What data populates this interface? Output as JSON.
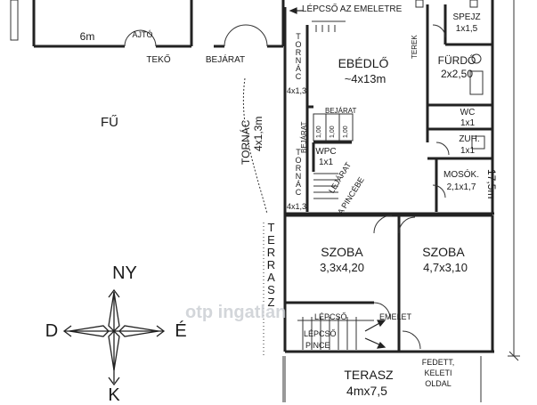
{
  "labels": {
    "width_6m": "6m",
    "ajto": "AJTÓ",
    "teko": "TEKŐ",
    "bejarat_main": "BEJÁRAT",
    "lepcso_emeletre": "LÉPCSŐ AZ EMELETRE",
    "spejz": "SPEJZ",
    "spejz_size": "1x1,5",
    "ebedlo": "EBÉDLŐ",
    "ebedlo_size": "~4x13m",
    "furdo": "FÜRDŐ",
    "furdo_size": "2x2,50",
    "terek": "TEREK",
    "tornac_top": "TORNÁC",
    "tornac_top_size": "4x1,3",
    "fu": "FŰ",
    "tornac_left": "TORNÁC",
    "tornac_left_size": "4x1,3m",
    "bejarat_small": "BEJÁRAT",
    "bejarat_side": "BEJÁRAT",
    "dim_100_a": "1,00",
    "dim_100_b": "1,00",
    "dim_100_c": "1,00",
    "wc": "WC",
    "wc_size": "1x1",
    "zuh": "ZUH.",
    "zuh_size": "1x1",
    "length_175": "17,5m",
    "wpc": "WPC",
    "wpc_size": "1x1",
    "mosok": "MOSÓK.",
    "mosok_size": "2,1x1,7",
    "tornac_bottom": "TORNÁC",
    "tornac_bottom_size": "4x1,3",
    "lejarat_line1": "LEJÁRAT",
    "lejarat_line2": "A PINCÉBE",
    "terasz_vertical": "TERRASZ",
    "szoba1": "SZOBA",
    "szoba1_size": "3,3x4,20",
    "szoba2": "SZOBA",
    "szoba2_size": "4,7x3,10",
    "lepcso_emelet": "LÉPCSŐ",
    "emelet": "EMELET",
    "lepcso_pince": "LÉPCSŐ",
    "pince": "PINCE",
    "terasz": "TERASZ",
    "terasz_size": "4mx7,5",
    "fedett_1": "FEDETT,",
    "fedett_2": "KELETI",
    "fedett_3": "OLDAL",
    "watermark": "otp ingatlan"
  },
  "compass": {
    "north": "NY",
    "south": "K",
    "west": "D",
    "east": "É"
  }
}
